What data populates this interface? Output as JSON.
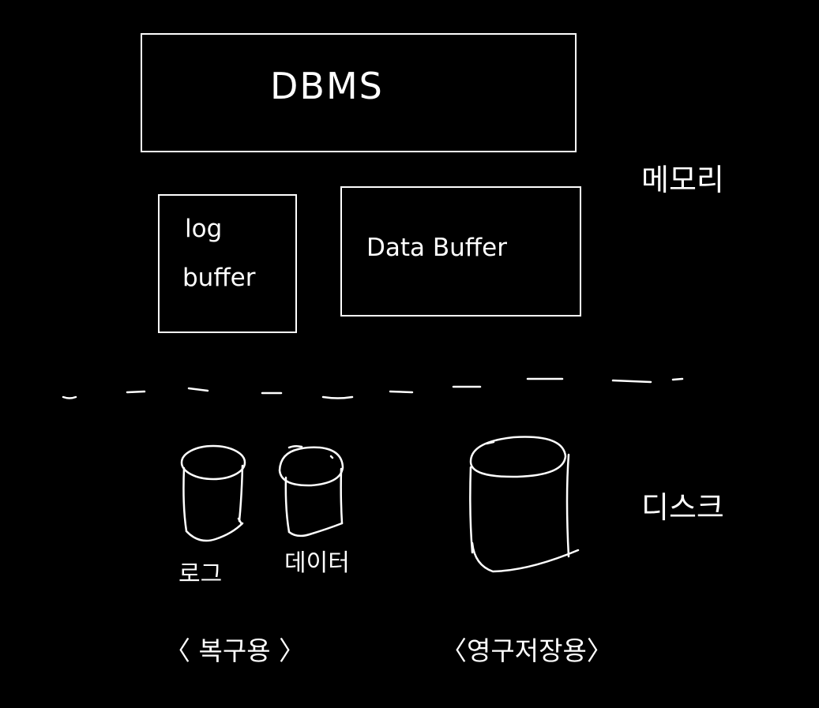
{
  "diagram": {
    "dbms_label": "DBMS",
    "log_label": "log",
    "buffer_label": "buffer",
    "data_buffer_label": "Data Buffer",
    "memory_label": "메모리",
    "disk_label": "디스크",
    "log_disk_label": "로그",
    "data_disk_label": "데이터",
    "recovery_label": "〈 복구용 〉",
    "permanent_label": "〈영구저장용〉"
  },
  "colors": {
    "background": "#000000",
    "stroke": "#ffffff"
  }
}
